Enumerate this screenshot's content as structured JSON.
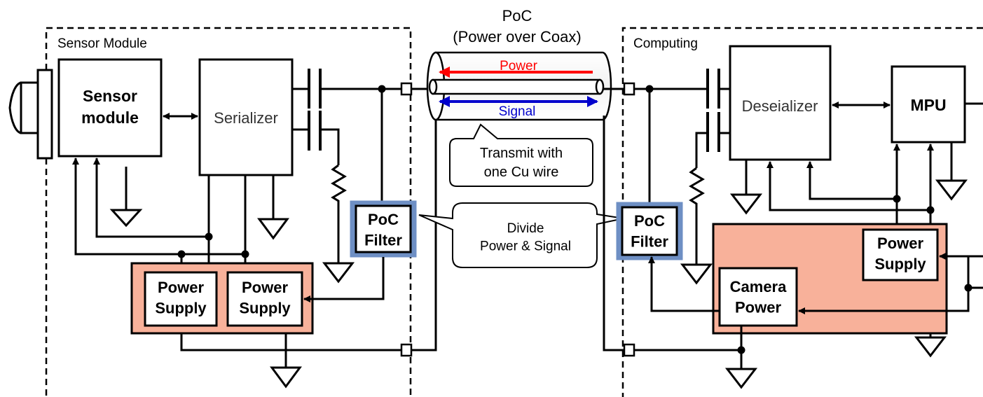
{
  "colors": {
    "power_arrow": "#ff0000",
    "signal_arrow": "#0000cc",
    "power_supply_fill": "#f8b19a",
    "filter_border": "#6e8fc4",
    "filter_fill": "#dbe4f3"
  },
  "poc": {
    "title": "PoC",
    "subtitle": "(Power over Coax)",
    "power_label": "Power",
    "signal_label": "Signal",
    "callout_wire": "Transmit with\none Cu wire",
    "callout_divide": "Divide\nPower & Signal"
  },
  "sensor_side": {
    "region_label": "Sensor Module",
    "sensor_module": "Sensor\nmodule",
    "serializer": "Serializer",
    "poc_filter": "PoC\nFilter",
    "power_supply_1": "Power\nSupply",
    "power_supply_2": "Power\nSupply"
  },
  "computing_side": {
    "region_label": "Computing",
    "deserializer": "Deseializer",
    "mpu": "MPU",
    "poc_filter": "PoC\nFilter",
    "camera_power": "Camera\nPower",
    "power_supply": "Power\nSupply"
  },
  "icons": [
    "camera-lens-icon",
    "ground-symbol-icon",
    "resistor-icon",
    "capacitor-icon",
    "connector-icon"
  ]
}
